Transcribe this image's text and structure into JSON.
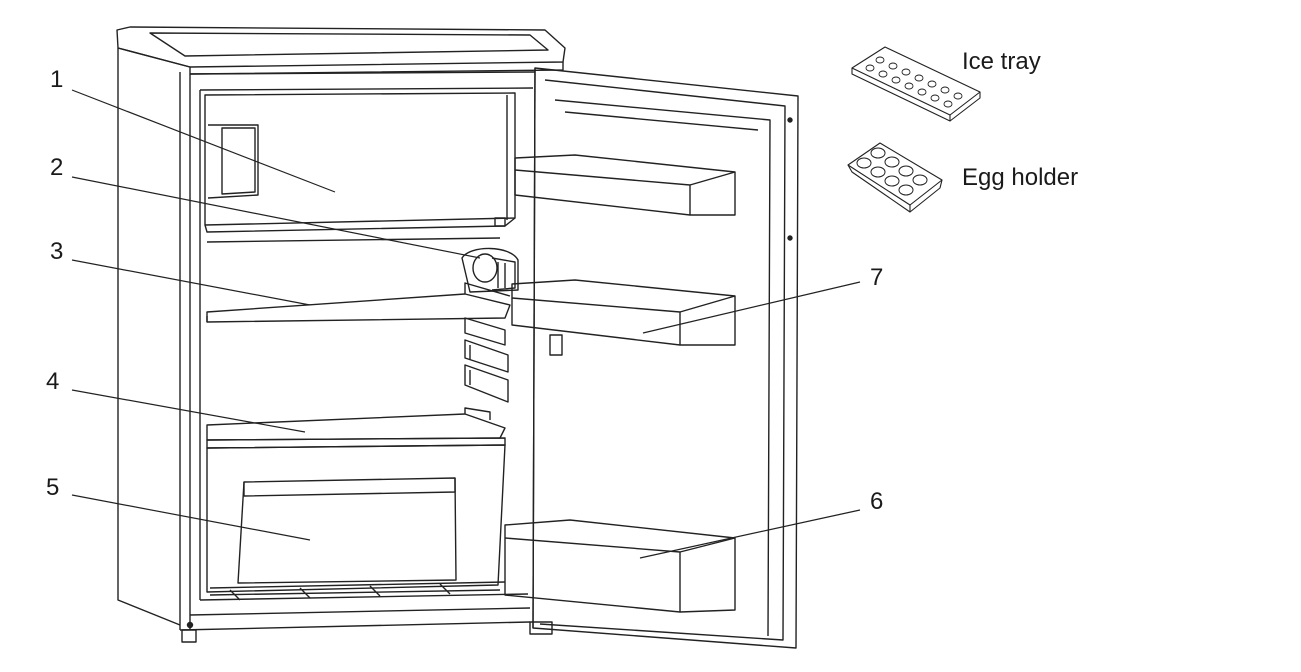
{
  "callouts": [
    {
      "id": "1",
      "label": "1"
    },
    {
      "id": "2",
      "label": "2"
    },
    {
      "id": "3",
      "label": "3"
    },
    {
      "id": "4",
      "label": "4"
    },
    {
      "id": "5",
      "label": "5"
    },
    {
      "id": "6",
      "label": "6"
    },
    {
      "id": "7",
      "label": "7"
    }
  ],
  "accessories": [
    {
      "name": "ice-tray",
      "label": "Ice tray"
    },
    {
      "name": "egg-holder",
      "label": "Egg holder"
    }
  ]
}
